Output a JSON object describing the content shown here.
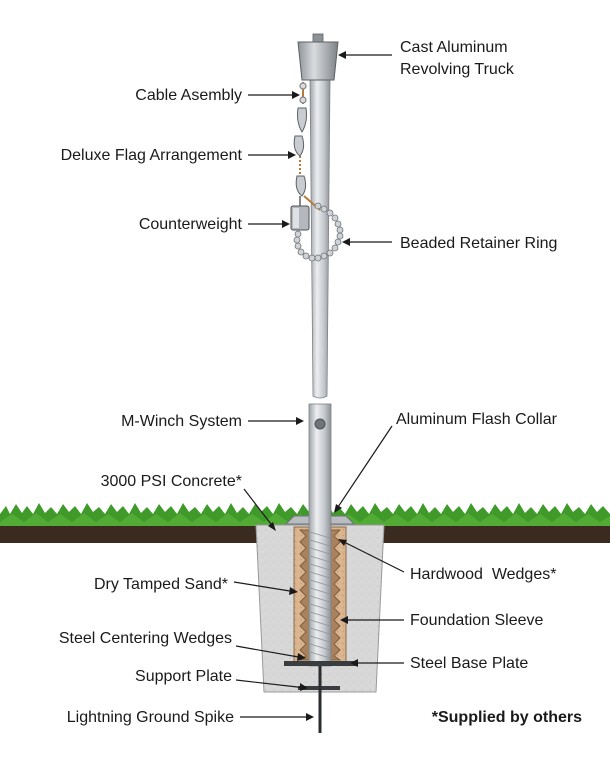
{
  "labels": {
    "truck_line1": "Cast Aluminum",
    "truck_line2": "Revolving Truck",
    "cable": "Cable Asembly",
    "flag": "Deluxe Flag Arrangement",
    "counterweight": "Counterweight",
    "retainer": "Beaded Retainer Ring",
    "winch": "M-Winch System",
    "collar": "Aluminum Flash Collar",
    "concrete": "3000 PSI Concrete*",
    "wedges": "Hardwood  Wedges*",
    "sand": "Dry Tamped Sand*",
    "sleeve": "Foundation Sleeve",
    "centering": "Steel Centering Wedges",
    "baseplate": "Steel Base Plate",
    "support": "Support Plate",
    "spike": "Lightning Ground Spike",
    "note": "*Supplied by others"
  },
  "colors": {
    "pole": "#c9ccd0",
    "concrete": "#d6d6d6",
    "grass": "#3f9a2a",
    "soil": "#3b2a20",
    "sand": "#d8b08a",
    "wood": "#a9825d",
    "chain": "#b77a3b"
  }
}
